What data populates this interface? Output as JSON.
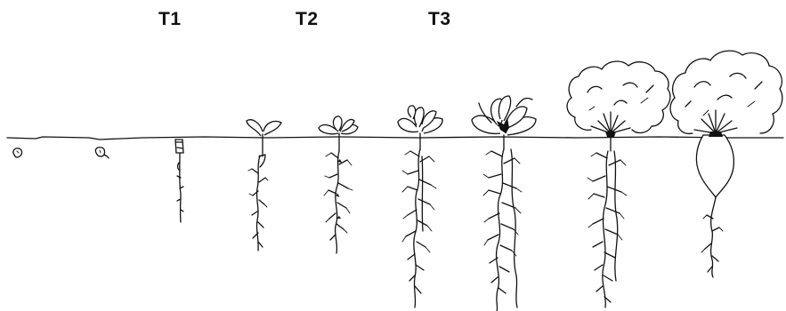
{
  "labels": {
    "t1": "T1",
    "t2": "T2",
    "t3": "T3"
  },
  "colors": {
    "ink": "#111111",
    "paper": "#ffffff"
  },
  "stages": [
    {
      "id": "seed"
    },
    {
      "id": "imbibed-seed"
    },
    {
      "id": "germination"
    },
    {
      "id": "cotyledon"
    },
    {
      "id": "two-leaf"
    },
    {
      "id": "four-leaf"
    },
    {
      "id": "rosette"
    },
    {
      "id": "canopy"
    },
    {
      "id": "mature-beet"
    }
  ]
}
